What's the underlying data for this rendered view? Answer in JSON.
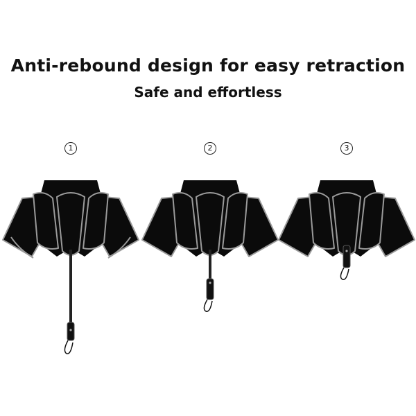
{
  "heading": {
    "title": "Anti-rebound design for easy retraction",
    "subtitle": "Safe and effortless"
  },
  "steps": [
    {
      "number": "1"
    },
    {
      "number": "2"
    },
    {
      "number": "3"
    }
  ],
  "colors": {
    "canopy": "#0b0b0b",
    "trim": "#9a9a9a",
    "text": "#111111"
  }
}
